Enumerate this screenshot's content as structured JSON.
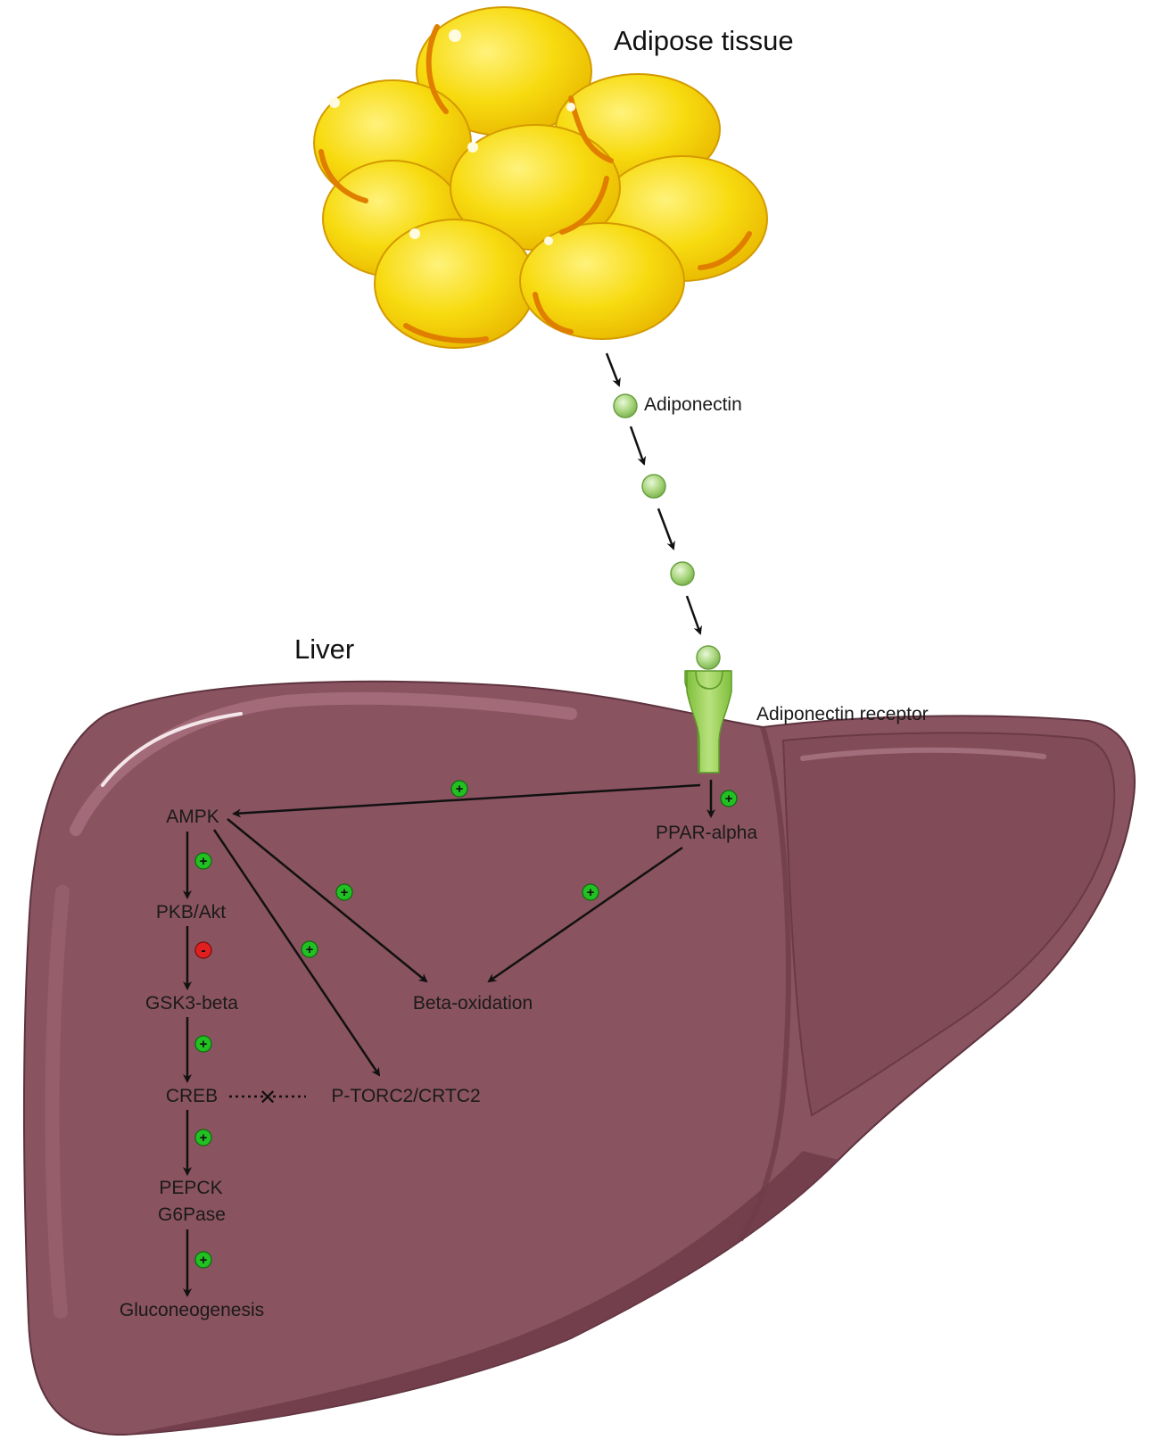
{
  "labels": {
    "adipose_tissue": "Adipose tissue",
    "adiponectin": "Adiponectin",
    "liver": "Liver",
    "adiponectin_receptor": "Adiponectin receptor"
  },
  "nodes": {
    "ampk": "AMPK",
    "ppar_alpha": "PPAR-alpha",
    "pkb_akt": "PKB/Akt",
    "gsk3_beta": "GSK3-beta",
    "creb": "CREB",
    "p_torc2": "P-TORC2/CRTC2",
    "pepck": "PEPCK",
    "g6pase": "G6Pase",
    "beta_oxidation": "Beta-oxidation",
    "gluconeogenesis": "Gluconeogenesis"
  },
  "effects": {
    "activation_symbol": "+",
    "inhibition_symbol": "-",
    "blocked_symbol": "✕"
  },
  "colors": {
    "liver": "#8a5360",
    "liver_dark": "#6b3a46",
    "fat": "#f5d60a",
    "fat_edge": "#e08a00",
    "adiponectin": "#a6d47a",
    "receptor": "#9bd25a",
    "activate": "#22c022",
    "inhibit": "#e02020"
  }
}
